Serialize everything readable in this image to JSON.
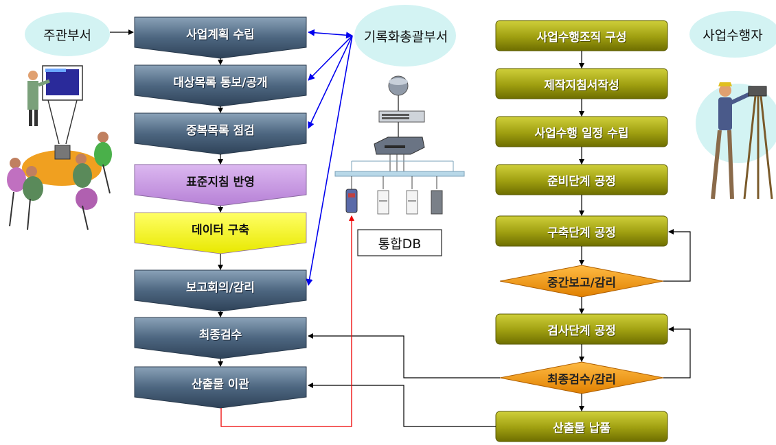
{
  "departments": {
    "owner": "주관부서",
    "records": "기록화총괄부서",
    "contractor": "사업수행자"
  },
  "left_steps": [
    {
      "label": "사업계획 수립",
      "style": "navy"
    },
    {
      "label": "대상목록 통보/공개",
      "style": "navy"
    },
    {
      "label": "중복목록 점검",
      "style": "navy"
    },
    {
      "label": "표준지침 반영",
      "style": "purple"
    },
    {
      "label": "데이터 구축",
      "style": "yellow"
    },
    {
      "label": "보고회의/감리",
      "style": "navy"
    },
    {
      "label": "최종검수",
      "style": "navy"
    },
    {
      "label": "산출물 이관",
      "style": "navy"
    }
  ],
  "right_steps": [
    {
      "label": "사업수행조직 구성",
      "shape": "box"
    },
    {
      "label": "제작지침서작성",
      "shape": "box"
    },
    {
      "label": "사업수행 일정 수립",
      "shape": "box"
    },
    {
      "label": "준비단계 공정",
      "shape": "box"
    },
    {
      "label": "구축단계 공정",
      "shape": "box"
    },
    {
      "label": "중간보고/감리",
      "shape": "diamond"
    },
    {
      "label": "검사단계 공정",
      "shape": "box"
    },
    {
      "label": "최종검수/감리",
      "shape": "diamond"
    },
    {
      "label": "산출물 납품",
      "shape": "box"
    }
  ],
  "db_label": "통합DB",
  "colors": {
    "navy_dark": "#3a5068",
    "navy_light": "#6f8aa2",
    "purple": "#c99be3",
    "yellow": "#f7f700",
    "olive_dark": "#7a7a00",
    "olive_light": "#bdbd2a",
    "diamond": "#f49a1a",
    "cloud": "#d3f3f3",
    "blue_link": "#0000ee",
    "red_link": "#ee0000"
  }
}
